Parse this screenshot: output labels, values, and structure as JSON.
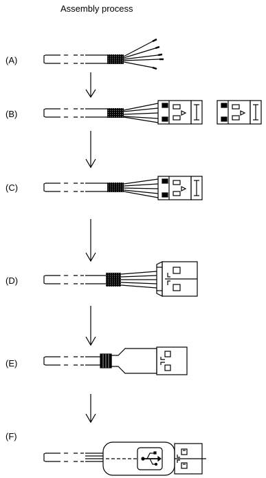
{
  "title": "Assembly process",
  "steps": [
    {
      "label": "(A)"
    },
    {
      "label": "(B)"
    },
    {
      "label": "(C)"
    },
    {
      "label": "(D)"
    },
    {
      "label": "(E)"
    },
    {
      "label": "(F)"
    }
  ]
}
